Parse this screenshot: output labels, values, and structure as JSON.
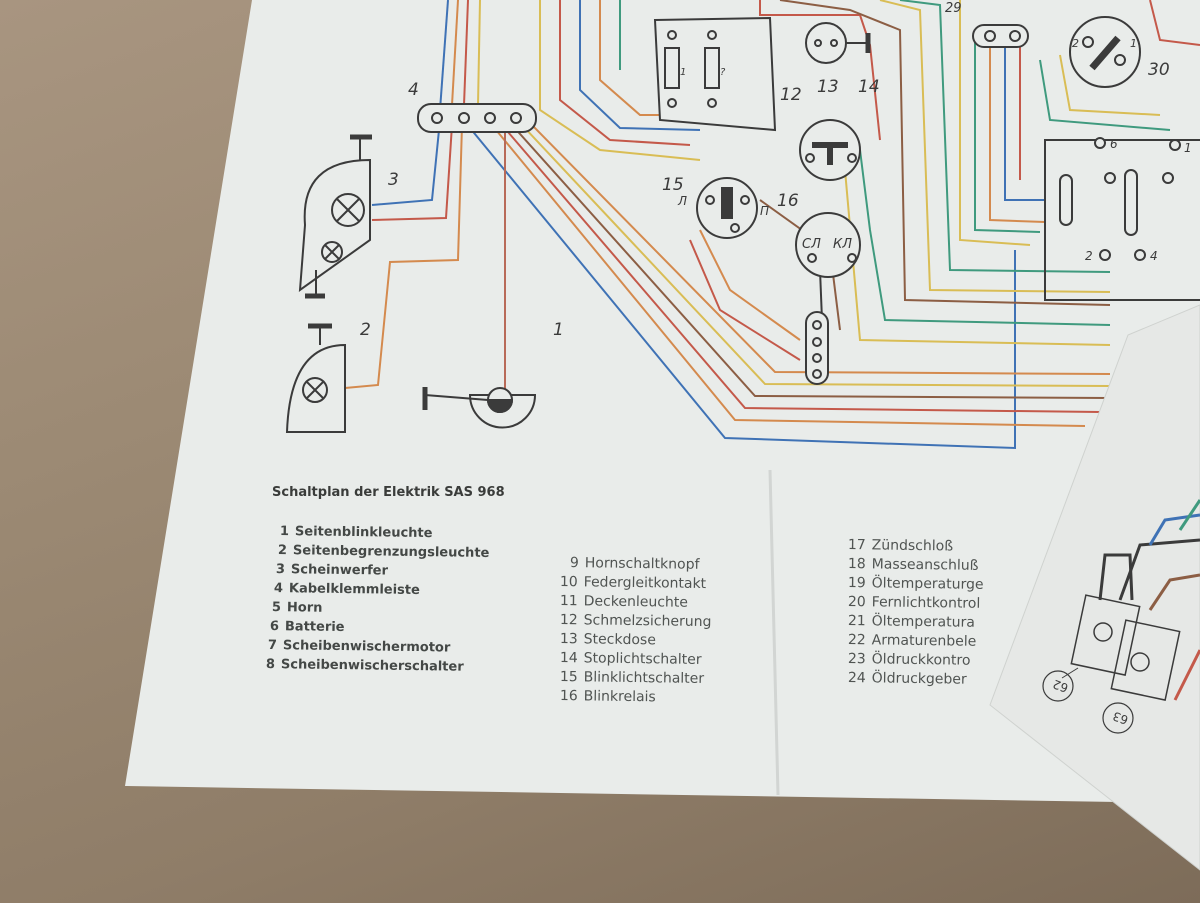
{
  "document": {
    "title": "Schaltplan der Elektrik SAS 968",
    "legend": [
      {
        "num": "1",
        "label": "Seitenblinkleuchte"
      },
      {
        "num": "2",
        "label": "Seitenbegrenzungsleuchte"
      },
      {
        "num": "3",
        "label": "Scheinwerfer"
      },
      {
        "num": "4",
        "label": "Kabelklemmleiste"
      },
      {
        "num": "5",
        "label": "Horn"
      },
      {
        "num": "6",
        "label": "Batterie"
      },
      {
        "num": "7",
        "label": "Scheibenwischermotor"
      },
      {
        "num": "8",
        "label": "Scheibenwischerschalter"
      },
      {
        "num": "9",
        "label": "Hornschaltknopf"
      },
      {
        "num": "10",
        "label": "Federgleitkontakt"
      },
      {
        "num": "11",
        "label": "Deckenleuchte"
      },
      {
        "num": "12",
        "label": "Schmelzsicherung"
      },
      {
        "num": "13",
        "label": "Steckdose"
      },
      {
        "num": "14",
        "label": "Stoplichtschalter"
      },
      {
        "num": "15",
        "label": "Blinklichtschalter"
      },
      {
        "num": "16",
        "label": "Blinkrelais"
      },
      {
        "num": "17",
        "label": "Zündschloß"
      },
      {
        "num": "18",
        "label": "Masseanschluß"
      },
      {
        "num": "19",
        "label": "Öltemperaturge"
      },
      {
        "num": "20",
        "label": "Fernlichtkontrol"
      },
      {
        "num": "21",
        "label": "Öltemperatura"
      },
      {
        "num": "22",
        "label": "Armaturenbele"
      },
      {
        "num": "23",
        "label": "Öldruckkontro"
      },
      {
        "num": "24",
        "label": "Öldruckgeber"
      }
    ]
  },
  "diagram": {
    "labels": {
      "c1": "1",
      "c2a": "2",
      "c2b": "2",
      "c3": "3",
      "c4": "4",
      "c12": "12",
      "c13": "13",
      "c14": "14",
      "c15": "15",
      "c16": "16",
      "c29": "29",
      "c30": "30",
      "t2": "2",
      "t1": "1",
      "t6": "6",
      "t1b": "1",
      "t2b": "2",
      "t4": "4",
      "fuse1": "1",
      "fuse2": "?",
      "sl": "СЛ",
      "kl": "КЛ",
      "l": "Л",
      "p": "П"
    },
    "overlay_labels": {
      "c62": "62",
      "c63": "63"
    },
    "wire_colors": {
      "blue": "#3f72b5",
      "red": "#c4594a",
      "orange": "#d48a4e",
      "yellow": "#d9bd55",
      "green": "#3f9a7e",
      "brown": "#8c5e44",
      "black": "#3b3b3b"
    }
  }
}
